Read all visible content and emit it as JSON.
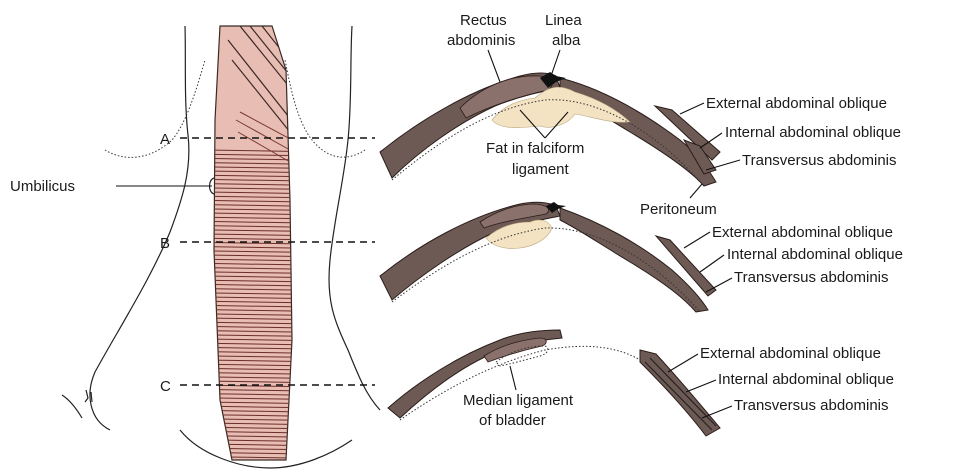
{
  "figure": {
    "levels": [
      "A",
      "B",
      "C"
    ],
    "left_labels": {
      "umbilicus": "Umbilicus"
    },
    "section_a": {
      "rectus": [
        "Rectus",
        "abdominis"
      ],
      "linea_alba": [
        "Linea",
        "alba"
      ],
      "fat": [
        "Fat in falciform",
        "ligament"
      ],
      "external": "External abdominal oblique",
      "internal": "Internal abdominal oblique",
      "transversus": "Transversus abdominis",
      "peritoneum": "Peritoneum"
    },
    "section_b": {
      "external": "External abdominal oblique",
      "internal": "Internal abdominal oblique",
      "transversus": "Transversus abdominis"
    },
    "section_c": {
      "median": [
        "Median ligament",
        "of bladder"
      ],
      "external": "External abdominal oblique",
      "internal": "Internal abdominal oblique",
      "transversus": "Transversus abdominis"
    },
    "colors": {
      "rectus_band": "#e8bdb3",
      "muscle": "#6e5a55",
      "fat": "#f3e3c2"
    }
  }
}
